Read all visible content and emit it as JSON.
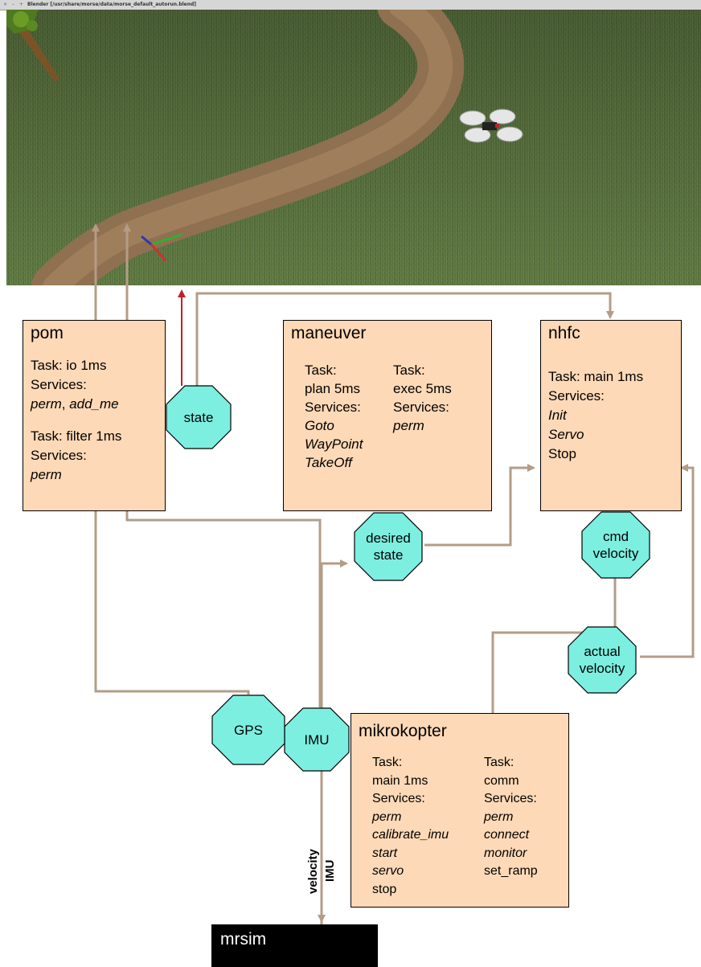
{
  "window": {
    "title": "Blender [/usr/share/morse/data/morse_default_autorun.blend]",
    "controls": "× – +"
  },
  "colors": {
    "box_fill": "#fdd9b7",
    "port_fill": "#7cefe0",
    "arrow": "#b49c87",
    "red_arrow": "#c0202a"
  },
  "pom": {
    "title": "pom",
    "task1": "Task: io 1ms",
    "services1_label": "Services:",
    "services1_a": "perm",
    "services1_sep": ", ",
    "services1_b": "add_me",
    "task2": "Task: filter 1ms",
    "services2_label": "Services:",
    "services2_a": "perm"
  },
  "maneuver": {
    "title": "maneuver",
    "col1": {
      "task": "Task:",
      "task_name": "plan 5ms",
      "services_label": "Services:",
      "services": [
        "Goto",
        "WayPoint",
        "TakeOff"
      ]
    },
    "col2": {
      "task": "Task:",
      "task_name": "exec 5ms",
      "services_label": "Services:",
      "services": [
        "perm"
      ]
    }
  },
  "nhfc": {
    "title": "nhfc",
    "task": "Task: main 1ms",
    "services_label": "Services:",
    "services_italic": [
      "Init",
      "Servo"
    ],
    "services_plain": [
      "Stop"
    ]
  },
  "mikrokopter": {
    "title": "mikrokopter",
    "col1": {
      "task": "Task:",
      "task_name": "main 1ms",
      "services_label": "Services:",
      "services_italic": [
        "perm",
        "calibrate_imu",
        "start",
        "servo"
      ],
      "services_plain": [
        "stop"
      ]
    },
    "col2": {
      "task": "Task:",
      "task_name": "comm",
      "services_label": "Services:",
      "services_italic": [
        "perm",
        "connect",
        "monitor"
      ],
      "services_plain": [
        "set_ramp"
      ]
    }
  },
  "ports": {
    "state": "state",
    "desired_state": [
      "desired",
      "state"
    ],
    "cmd_velocity": [
      "cmd",
      "velocity"
    ],
    "imu": "IMU",
    "actual_velocity": [
      "actual",
      "velocity"
    ],
    "gps": "GPS"
  },
  "mrsim": {
    "title": "mrsim"
  },
  "side_labels": {
    "velocity": "velocity",
    "imu": "IMU"
  }
}
